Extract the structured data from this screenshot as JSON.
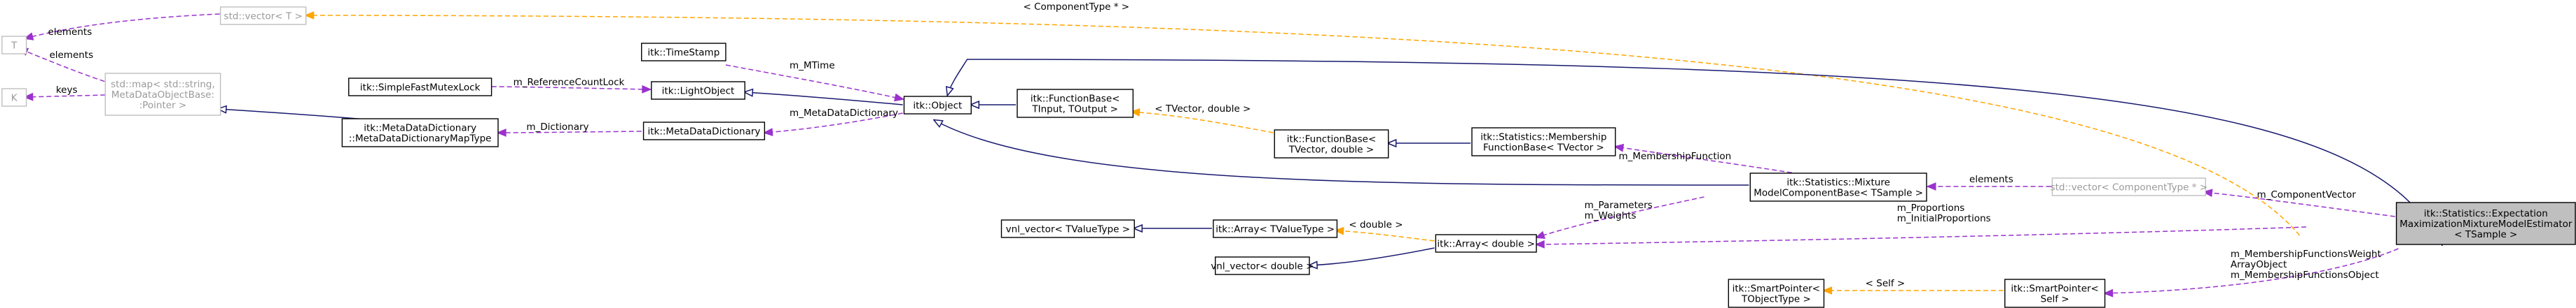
{
  "nodes": {
    "T": {
      "lines": [
        "T"
      ],
      "style": "gray"
    },
    "K": {
      "lines": [
        "K"
      ],
      "style": "gray"
    },
    "std_vector_T": {
      "lines": [
        "std::vector< T >"
      ],
      "style": "gray"
    },
    "std_map": {
      "lines": [
        "std::map< std::string,",
        " MetaDataObjectBase:",
        ":Pointer >"
      ],
      "style": "gray"
    },
    "TimeStamp": {
      "lines": [
        "itk::TimeStamp"
      ],
      "style": "normal"
    },
    "SimpleFastMutexLock": {
      "lines": [
        "itk::SimpleFastMutexLock"
      ],
      "style": "normal"
    },
    "LightObject": {
      "lines": [
        "itk::LightObject"
      ],
      "style": "normal"
    },
    "MetaDataDictionaryMapType": {
      "lines": [
        "itk::MetaDataDictionary",
        "::MetaDataDictionaryMapType"
      ],
      "style": "normal"
    },
    "MetaDataDictionary": {
      "lines": [
        "itk::MetaDataDictionary"
      ],
      "style": "normal"
    },
    "Object": {
      "lines": [
        "itk::Object"
      ],
      "style": "normal"
    },
    "FunctionBase_TInput": {
      "lines": [
        "itk::FunctionBase<",
        " TInput, TOutput >"
      ],
      "style": "normal"
    },
    "FunctionBase_TVector": {
      "lines": [
        "itk::FunctionBase<",
        " TVector, double >"
      ],
      "style": "normal"
    },
    "MembershipFunctionBase": {
      "lines": [
        "itk::Statistics::Membership",
        "FunctionBase< TVector >"
      ],
      "style": "normal"
    },
    "MixtureModelComponentBase": {
      "lines": [
        "itk::Statistics::Mixture",
        "ModelComponentBase< TSample >"
      ],
      "style": "normal"
    },
    "std_vector_ComponentType": {
      "lines": [
        "std::vector< ComponentType * >"
      ],
      "style": "gray"
    },
    "EMEstimator": {
      "lines": [
        "itk::Statistics::Expectation",
        "MaximizationMixtureModelEstimator",
        "< TSample >"
      ],
      "style": "focus"
    },
    "vnl_vector_TValueType": {
      "lines": [
        "vnl_vector< TValueType >"
      ],
      "style": "normal"
    },
    "Array_TValueType": {
      "lines": [
        "itk::Array< TValueType >"
      ],
      "style": "normal"
    },
    "Array_double": {
      "lines": [
        "itk::Array< double >"
      ],
      "style": "normal"
    },
    "vnl_vector_double": {
      "lines": [
        "vnl_vector< double >"
      ],
      "style": "normal"
    },
    "SmartPointer_TObjectType": {
      "lines": [
        "itk::SmartPointer<",
        " TObjectType >"
      ],
      "style": "normal"
    },
    "SmartPointer_Self": {
      "lines": [
        "itk::SmartPointer<",
        " Self >"
      ],
      "style": "normal"
    }
  },
  "edge_labels": {
    "T_to_vector": [
      "elements"
    ],
    "T_to_map": [
      "elements"
    ],
    "K_to_map": [
      "keys"
    ],
    "vectorT_to_EM": [
      "< ComponentType * >"
    ],
    "timestamp_to_object": [
      "m_MTime"
    ],
    "mutex_to_light": [
      "m_ReferenceCountLock"
    ],
    "maptype_to_dict": [
      "m_Dictionary"
    ],
    "dict_to_object": [
      "m_MetaDataDictionary"
    ],
    "func_template": [
      "< TVector, double >"
    ],
    "membership_to_mixture": [
      "m_MembershipFunction"
    ],
    "component_elements": [
      "elements"
    ],
    "componentvector_to_EM": [
      "m_ComponentVector"
    ],
    "array_template": [
      "< double >"
    ],
    "array_to_mixture": [
      "m_Parameters",
      "m_Weights"
    ],
    "array_to_EM": [
      "m_Proportions",
      "m_InitialProportions"
    ],
    "smartptr_template": [
      "< Self >"
    ],
    "smartself_to_EM": [
      "m_MembershipFunctionsWeight",
      "ArrayObject",
      "m_MembershipFunctionsObject"
    ]
  }
}
